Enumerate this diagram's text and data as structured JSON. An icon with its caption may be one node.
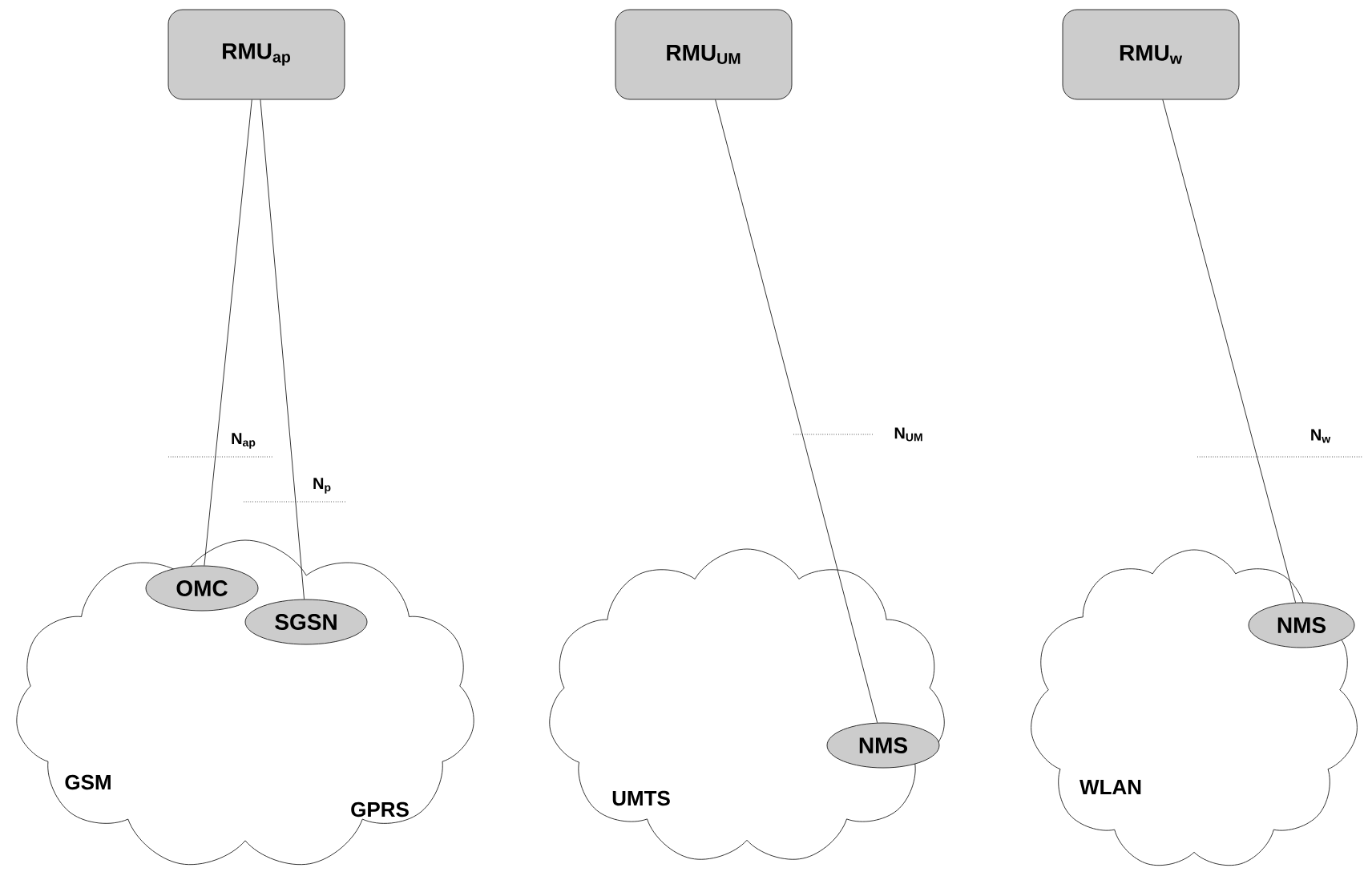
{
  "diagram": {
    "nodes": [
      {
        "text": [
          "RMU$_{ap}$"
        ]
      },
      {
        "text": [
          "RMU$_{UM}$"
        ]
      },
      {
        "text": [
          "RMU$_{w}$"
        ]
      },
      {
        "text": [
          "GSM",
          "GPRS"
        ]
      },
      {
        "text": [
          "OMC"
        ],
        "in": 3
      },
      {
        "text": [
          "SGSN"
        ],
        "in": 3
      },
      {
        "text": [
          "UMTS"
        ]
      },
      {
        "text": [
          "NMS"
        ],
        "in": 6
      },
      {
        "text": [
          "WLAN"
        ]
      },
      {
        "text": [
          "NMS"
        ],
        "in": 8
      }
    ],
    "edges": [
      {
        "from": 0,
        "to": 4,
        "arrow": "none"
      },
      {
        "from": 0,
        "to": 5,
        "arrow": "none"
      },
      {
        "from": 1,
        "to": 7,
        "arrow": "none"
      },
      {
        "from": 2,
        "to": 9,
        "arrow": "none"
      }
    ],
    "labels": [
      "N$_{ap}$",
      "N$_{p}$",
      "N$_{UM}$",
      "N$_{w}$"
    ]
  }
}
